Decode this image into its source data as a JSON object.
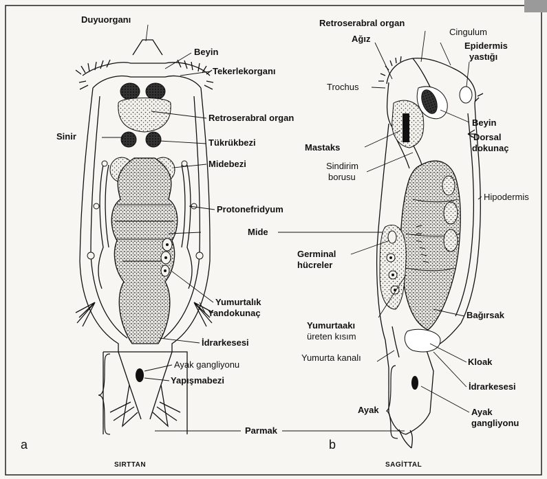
{
  "panel_a": {
    "letter": "a",
    "view": "SIRTTAN",
    "labels": {
      "duyuorgani": "Duyuorganı",
      "beyin": "Beyin",
      "tekerlekorgani": "Tekerlekorganı",
      "retroserabral": "Retroserabral organ",
      "sinir": "Sinir",
      "tukrukbezi": "Tükrükbezi",
      "midebezi": "Midebezi",
      "protonefridyum": "Protonefridyum",
      "yumurtalik": "Yumurtalık",
      "yandokunac": "Yandokunaç",
      "idrarkesesi": "İdrarkesesi",
      "ayak_gangliyonu": "Ayak gangliyonu",
      "yapismabezi": "Yapışmabezi"
    }
  },
  "shared": {
    "mide": "Mide",
    "parmak": "Parmak"
  },
  "panel_b": {
    "letter": "b",
    "view": "SAGİTTAL",
    "labels": {
      "retroserabral": "Retroserabral organ",
      "cingulum": "Cingulum",
      "agiz": "Ağız",
      "epidermis": "Epidermis",
      "yastigi": "yastığı",
      "trochus": "Trochus",
      "beyin": "Beyin",
      "mastaks": "Mastaks",
      "dorsal": "Dorsal",
      "dokunac": "dokunaç",
      "sindirim": "Sindirim",
      "borusu": "borusu",
      "hipodermis": "Hipodermis",
      "germinal": "Germinal",
      "hucreler": "hücreler",
      "bagirsak": "Bağırsak",
      "yumurtaaki": "Yumurtaakı",
      "ureten_kisim": "üreten kısım",
      "yumurta_kanali": "Yumurta kanalı",
      "kloak": "Kloak",
      "idrarkesesi": "İdrarkesesi",
      "ayak": "Ayak",
      "ayak_l1": "Ayak",
      "gangliyonu": "gangliyonu"
    }
  }
}
